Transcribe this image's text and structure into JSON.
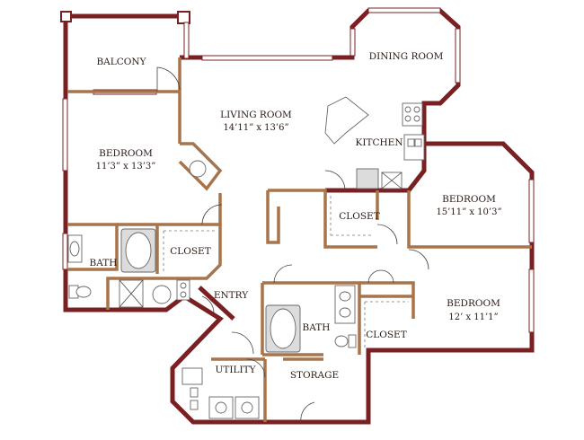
{
  "rooms": {
    "balcony": {
      "name": "BALCONY"
    },
    "bedroom_left": {
      "name": "BEDROOM",
      "dims": "11’3” x 13’3”"
    },
    "bath_left": {
      "name": "BATH"
    },
    "closet_left": {
      "name": "CLOSET"
    },
    "living": {
      "name": "LIVING ROOM",
      "dims": "14’11” x 13’6”"
    },
    "dining": {
      "name": "DINING ROOM"
    },
    "kitchen": {
      "name": "KITCHEN"
    },
    "closet_mid": {
      "name": "CLOSET"
    },
    "bedroom_right_top": {
      "name": "BEDROOM",
      "dims": "15’11” x 10’3”"
    },
    "bedroom_right_bottom": {
      "name": "BEDROOM",
      "dims": "12’ x 11’1”"
    },
    "closet_right": {
      "name": "CLOSET"
    },
    "entry": {
      "name": "ENTRY"
    },
    "bath_mid": {
      "name": "BATH"
    },
    "utility": {
      "name": "UTILITY"
    },
    "storage": {
      "name": "STORAGE"
    }
  }
}
